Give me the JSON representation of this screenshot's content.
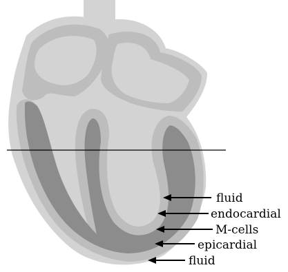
{
  "labels": {
    "fluid_top": "fluid",
    "endocardial": "endocardial",
    "m_cells": "M-cells",
    "epicardial": "epicardial",
    "fluid_bottom": "fluid"
  },
  "colors": {
    "background": "#ffffff",
    "fluid": "#d3d3d3",
    "tissue_outer": "#bdbdbd",
    "m_cell_tissue": "#8c8c8c",
    "line": "#000000"
  }
}
